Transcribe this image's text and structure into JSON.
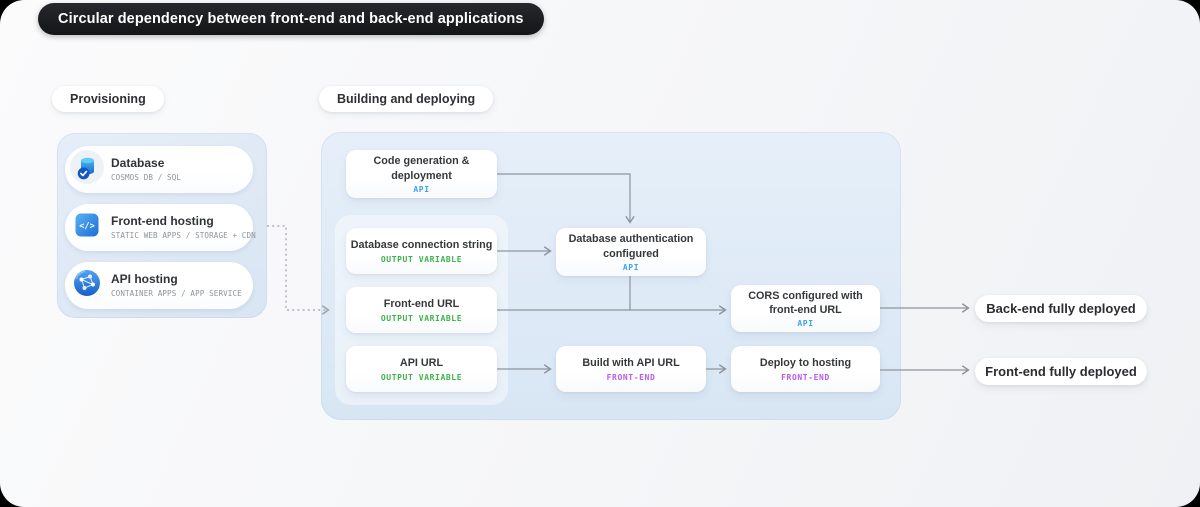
{
  "title": "Circular dependency between front-end and back-end applications",
  "section_labels": {
    "provisioning": "Provisioning",
    "building": "Building and deploying"
  },
  "provisioning_cards": [
    {
      "icon": "database-icon",
      "title": "Database",
      "subtitle": "COSMOS DB / SQL"
    },
    {
      "icon": "code-brackets-icon",
      "title": "Front-end hosting",
      "subtitle": "STATIC WEB APPS / STORAGE + CDN"
    },
    {
      "icon": "globe-network-icon",
      "title": "API hosting",
      "subtitle": "CONTAINER APPS / APP SERVICE"
    }
  ],
  "flow_cards": {
    "code_generation": {
      "title": "Code generation & deployment",
      "tag": "API"
    },
    "db_connection": {
      "title": "Database connection string",
      "tag": "OUTPUT VARIABLE"
    },
    "frontend_url": {
      "title": "Front-end URL",
      "tag": "OUTPUT VARIABLE"
    },
    "api_url": {
      "title": "API URL",
      "tag": "OUTPUT VARIABLE"
    },
    "db_auth": {
      "title": "Database authentication configured",
      "tag": "API"
    },
    "cors": {
      "title": "CORS configured with front-end URL",
      "tag": "API"
    },
    "build": {
      "title": "Build with API URL",
      "tag": "FRONT-END"
    },
    "deploy": {
      "title": "Deploy to hosting",
      "tag": "FRONT-END"
    }
  },
  "outcomes": {
    "backend": "Back-end fully deployed",
    "frontend": "Front-end fully deployed"
  },
  "colors": {
    "tag_api": "#3da1f2",
    "tag_output": "#3eb24b",
    "tag_frontend": "#b75ce6",
    "arrow": "#8e959c",
    "panel_blue": "#dce8f5",
    "title_pill_bg": "#1a1c1f"
  }
}
